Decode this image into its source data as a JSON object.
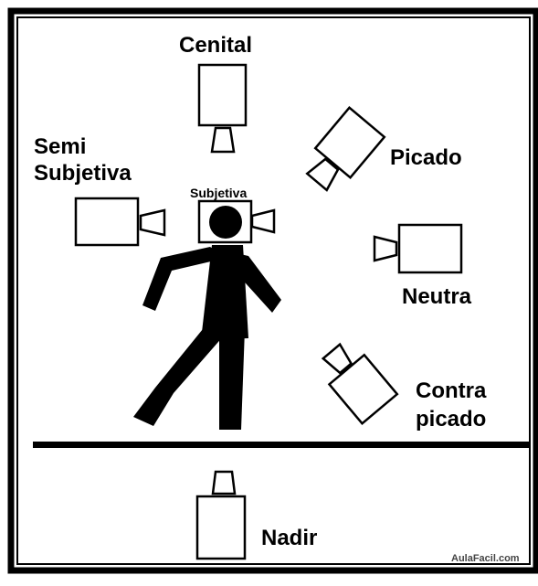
{
  "labels": {
    "cenital": "Cenital",
    "semi_line1": "Semi",
    "semi_line2": "Subjetiva",
    "subjetiva": "Subjetiva",
    "picado": "Picado",
    "neutra": "Neutra",
    "contra_line1": "Contra",
    "contra_line2": "picado",
    "nadir": "Nadir"
  },
  "watermark": "AulaFacil.com",
  "colors": {
    "ink": "#000000",
    "paper": "#ffffff"
  }
}
